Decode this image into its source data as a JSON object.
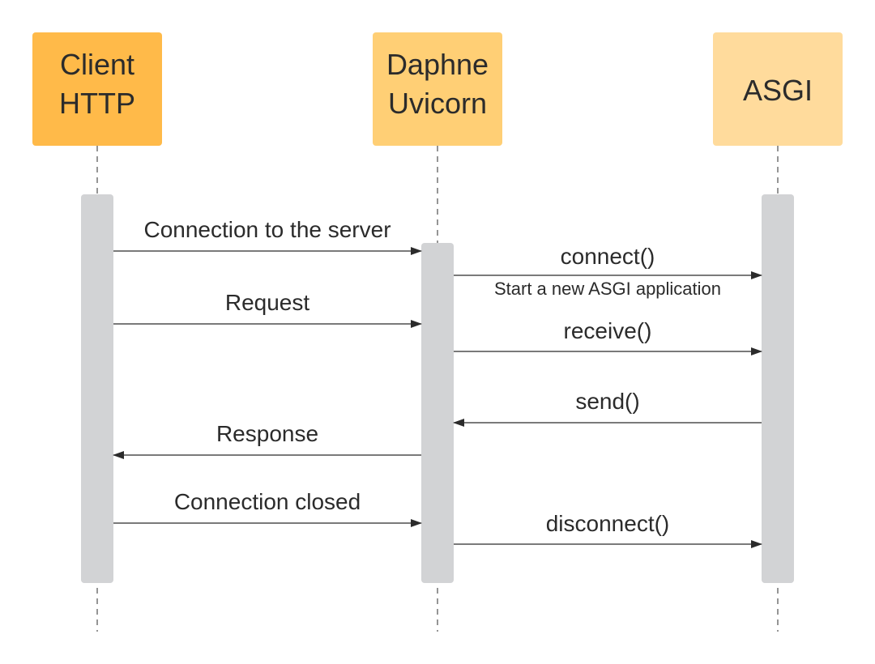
{
  "diagram": {
    "type": "sequence",
    "colors": {
      "client": "#FFBA49",
      "server": "#FFCF75",
      "asgi": "#FFDB9C",
      "activation": "#D2D3D5",
      "line": "#2b2b2b",
      "text": "#2b2b2b"
    },
    "actors": [
      {
        "id": "client",
        "lines": [
          "Client",
          "HTTP"
        ]
      },
      {
        "id": "server",
        "lines": [
          "Daphne",
          "Uvicorn"
        ]
      },
      {
        "id": "asgi",
        "lines": [
          "ASGI"
        ]
      }
    ],
    "messages": [
      {
        "label": "Connection to the server",
        "from": "client",
        "to": "server"
      },
      {
        "label": "connect()",
        "from": "server",
        "to": "asgi",
        "note": "Start a new ASGI application"
      },
      {
        "label": "Request",
        "from": "client",
        "to": "server"
      },
      {
        "label": "receive()",
        "from": "server",
        "to": "asgi"
      },
      {
        "label": "send()",
        "from": "asgi",
        "to": "server"
      },
      {
        "label": "Response",
        "from": "server",
        "to": "client"
      },
      {
        "label": "Connection closed",
        "from": "client",
        "to": "server"
      },
      {
        "label": "disconnect()",
        "from": "server",
        "to": "asgi"
      }
    ]
  }
}
